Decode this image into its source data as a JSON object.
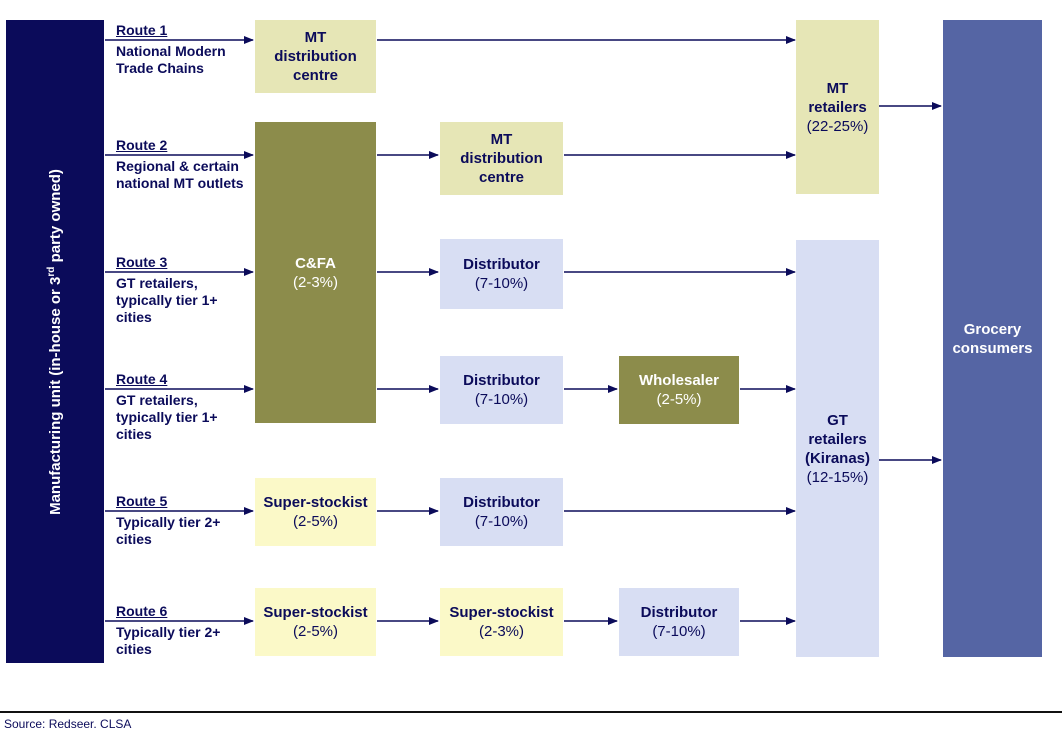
{
  "manufacturing_unit": {
    "label_before": "Manufacturing unit (in-house or 3",
    "label_sup": "rd",
    "label_after": " party owned)"
  },
  "routes": [
    {
      "title": "Route 1",
      "desc": "National Modern\nTrade Chains"
    },
    {
      "title": "Route 2",
      "desc": "Regional & certain\nnational MT outlets"
    },
    {
      "title": "Route 3",
      "desc": "GT retailers,\ntypically tier 1+\ncities"
    },
    {
      "title": "Route 4",
      "desc": "GT retailers,\ntypically tier 1+\ncities"
    },
    {
      "title": "Route 5",
      "desc": "Typically tier 2+\ncities"
    },
    {
      "title": "Route 6",
      "desc": "Typically tier 2+\ncities"
    }
  ],
  "nodes": {
    "mt_dc_1": {
      "name": "MT\ndistribution\ncentre",
      "margin": ""
    },
    "cfa": {
      "name": "C&FA",
      "margin": "(2-3%)"
    },
    "mt_dc_2": {
      "name": "MT\ndistribution\ncentre",
      "margin": ""
    },
    "distributor_r3": {
      "name": "Distributor",
      "margin": "(7-10%)"
    },
    "distributor_r4": {
      "name": "Distributor",
      "margin": "(7-10%)"
    },
    "wholesaler": {
      "name": "Wholesaler",
      "margin": "(2-5%)"
    },
    "superstockist_r5": {
      "name": "Super-stockist",
      "margin": "(2-5%)"
    },
    "distributor_r5": {
      "name": "Distributor",
      "margin": "(7-10%)"
    },
    "superstockist_r6a": {
      "name": "Super-stockist",
      "margin": "(2-5%)"
    },
    "superstockist_r6b": {
      "name": "Super-stockist",
      "margin": "(2-3%)"
    },
    "distributor_r6": {
      "name": "Distributor",
      "margin": "(7-10%)"
    },
    "mt_retailers": {
      "name": "MT\nretailers",
      "margin": "(22-25%)"
    },
    "gt_retailers": {
      "name": "GT\nretailers\n(Kiranas)",
      "margin": "(12-15%)"
    },
    "grocery_consumers": {
      "name": "Grocery\nconsumers",
      "margin": ""
    }
  },
  "colors": {
    "navy": "#0b0b5a",
    "mt_fill": "#e6e6b6",
    "cfa_fill": "#8c8c4b",
    "distributor_fill": "#d8def3",
    "superstockist_fill": "#fbf9c8",
    "consumer_fill": "#5565a4"
  },
  "footer": {
    "source": "Source: Redseer. CLSA"
  }
}
